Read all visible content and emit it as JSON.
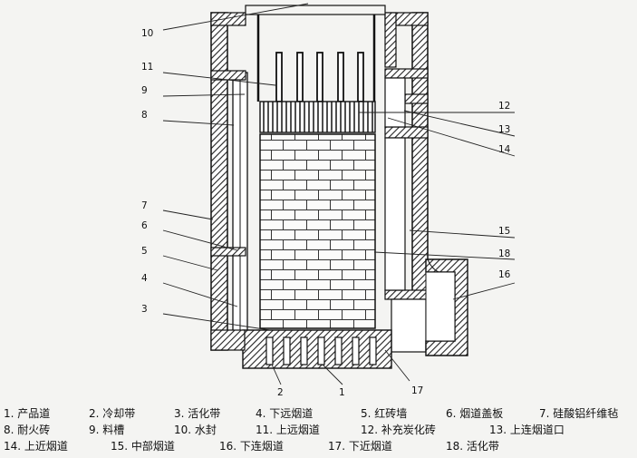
{
  "callouts": {
    "c10": "10",
    "c11": "11",
    "c9": "9",
    "c8": "8",
    "c7": "7",
    "c6": "6",
    "c5": "5",
    "c4": "4",
    "c3": "3",
    "c12": "12",
    "c13": "13",
    "c14": "14",
    "c15": "15",
    "c18": "18",
    "c16": "16",
    "c17": "17",
    "c1": "1",
    "c2": "2"
  },
  "legend": {
    "rows": [
      [
        "1. 产品道",
        "2. 冷却带",
        "3. 活化带",
        "4. 下远烟道",
        "5. 红砖墙",
        "6. 烟道盖板",
        "7. 硅酸铝纤维毡"
      ],
      [
        "8. 耐火砖",
        "9. 料槽",
        "10. 水封",
        "11. 上远烟道",
        "12. 补充炭化砖",
        "13. 上连烟道口"
      ],
      [
        "14. 上近烟道",
        "15. 中部烟道",
        "16. 下连烟道",
        "17. 下近烟道",
        "18. 活化带"
      ]
    ]
  }
}
